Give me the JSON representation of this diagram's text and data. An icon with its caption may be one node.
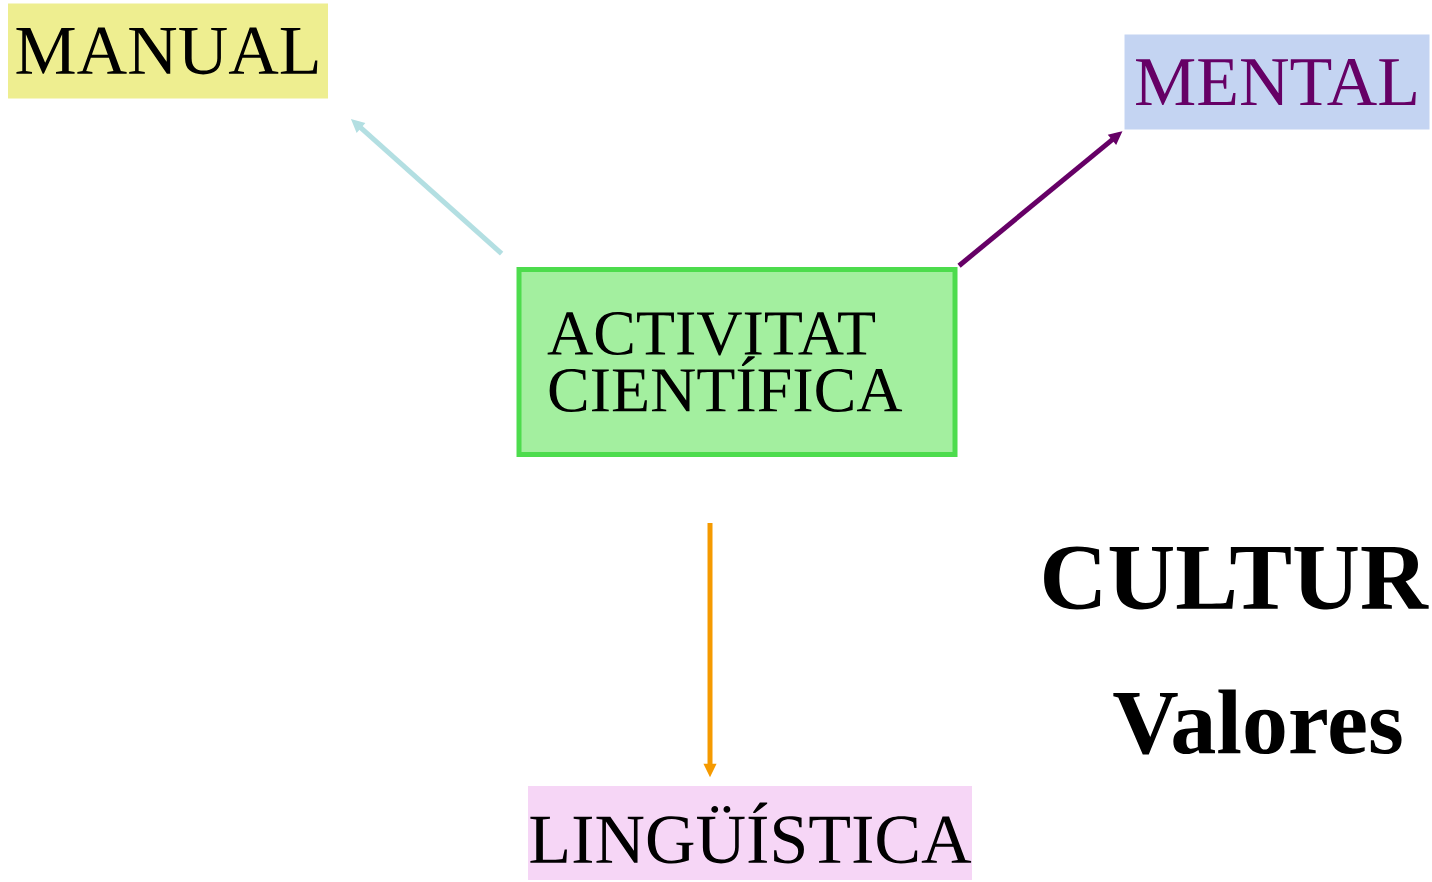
{
  "diagram": {
    "nodes": [
      {
        "text": [
          "ACTIVITAT CIENTÍFICA"
        ]
      },
      {
        "text": [
          "MANUAL"
        ]
      },
      {
        "text": [
          "MENTAL"
        ]
      },
      {
        "text": [
          "LINGÜÍSTICA"
        ]
      }
    ],
    "edges": [
      {
        "from": 0,
        "to": 1,
        "arrow": "to",
        "color": "#b3dfe2"
      },
      {
        "from": 0,
        "to": 2,
        "arrow": "to",
        "color": "#660066"
      },
      {
        "from": 0,
        "to": 3,
        "arrow": "to",
        "color": "#f59a00"
      }
    ],
    "labels": [
      "CULTUR",
      "Valores"
    ]
  }
}
